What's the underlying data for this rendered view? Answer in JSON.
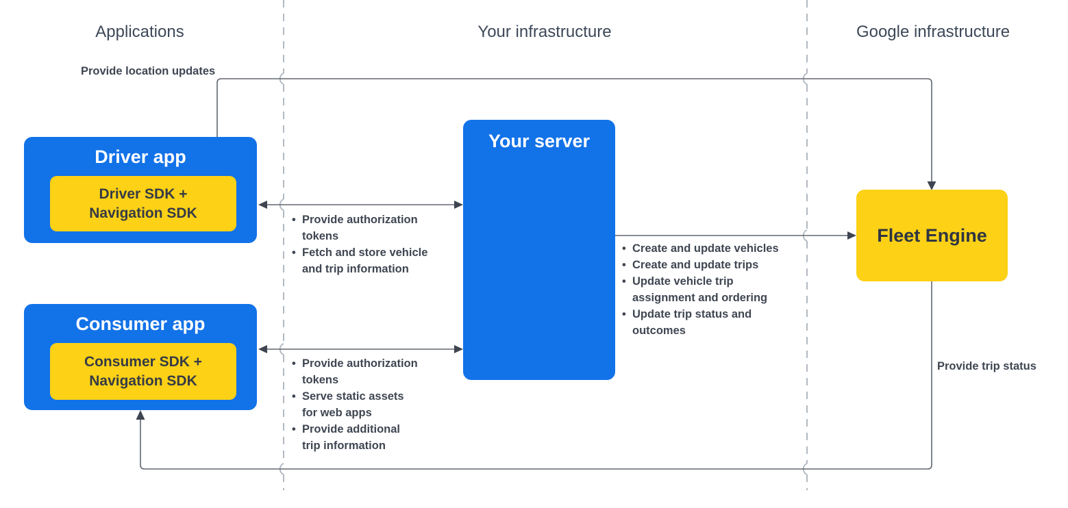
{
  "headers": {
    "applications": "Applications",
    "your_infrastructure": "Your infrastructure",
    "google_infrastructure": "Google infrastructure"
  },
  "boxes": {
    "driver_app": {
      "title": "Driver app",
      "sdk_label": "Driver SDK +\nNavigation SDK"
    },
    "consumer_app": {
      "title": "Consumer app",
      "sdk_label": "Consumer SDK +\nNavigation SDK"
    },
    "your_server": {
      "title": "Your server"
    },
    "fleet_engine": {
      "title": "Fleet Engine"
    }
  },
  "edge_labels": {
    "provide_location_updates": "Provide location updates",
    "provide_trip_status": "Provide trip status"
  },
  "bullet_lists": {
    "driver_server": [
      "Provide authorization\ntokens",
      "Fetch and store vehicle\nand trip information"
    ],
    "consumer_server": [
      "Provide authorization\ntokens",
      "Serve static assets\nfor web apps",
      "Provide additional\ntrip information"
    ],
    "server_fleet": [
      "Create and update vehicles",
      "Create and update trips",
      "Update vehicle trip\nassignment and ordering",
      "Update trip status and\noutcomes"
    ]
  },
  "colors": {
    "box_blue": "#1272E8",
    "box_yellow": "#FCD116",
    "connector_line": "#61666F",
    "arrowhead": "#3F4550",
    "divider_dashed": "#B2B9C1",
    "label_text": "#3F4652",
    "header_text": "#3C4858"
  }
}
